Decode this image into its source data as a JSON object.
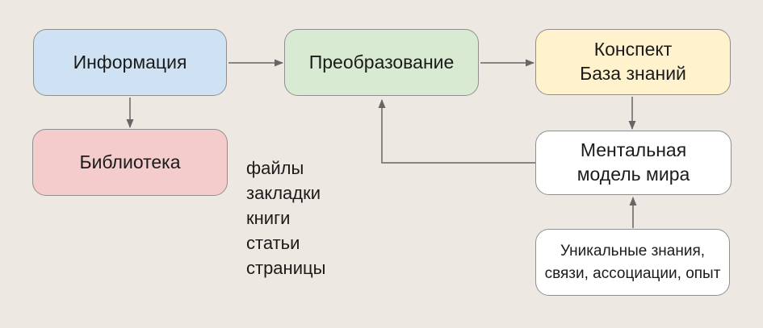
{
  "diagram": {
    "background": "#eee8e2",
    "arrow_color": "#666666",
    "border_color": "#8f8f8f",
    "text_color": "#1b1b1b",
    "nodes": {
      "information": {
        "label": "Информация",
        "fill": "#cfe2f3"
      },
      "transformation": {
        "label": "Преобразование",
        "fill": "#d9ead3"
      },
      "summary_knowledge_base": {
        "label": "Конспект\nБаза знаний",
        "fill": "#fff2cc"
      },
      "library": {
        "label": "Библиотека",
        "fill": "#f4cccc"
      },
      "mental_model": {
        "label": "Ментальная\nмодель мира",
        "fill": "#ffffff"
      },
      "unique_knowledge": {
        "label": "Уникальные знания,\nсвязи, ассоциации, опыт",
        "fill": "#ffffff"
      }
    },
    "source_list": {
      "items": [
        "файлы",
        "закладки",
        "книги",
        "статьи",
        "страницы"
      ]
    },
    "edges": [
      {
        "from": "information",
        "to": "transformation"
      },
      {
        "from": "information",
        "to": "library"
      },
      {
        "from": "transformation",
        "to": "summary_knowledge_base"
      },
      {
        "from": "summary_knowledge_base",
        "to": "mental_model"
      },
      {
        "from": "unique_knowledge",
        "to": "mental_model"
      },
      {
        "from": "mental_model",
        "to": "transformation"
      }
    ]
  }
}
